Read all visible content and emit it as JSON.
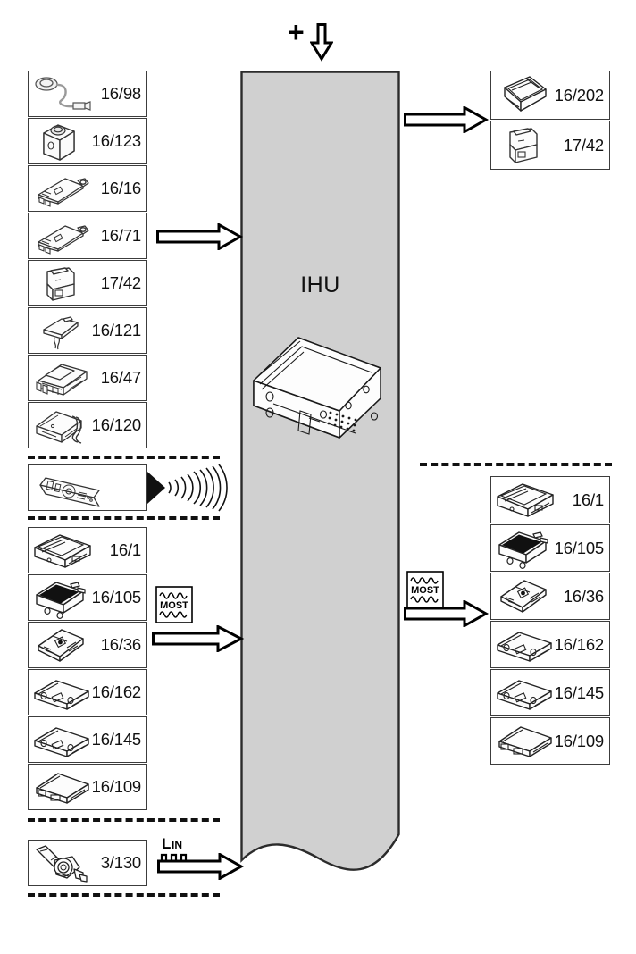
{
  "diagram": {
    "title": "IHU",
    "center_unit_label": "IHU",
    "power_symbol": "+",
    "column_color": "#d0d0d0",
    "line_color": "#3c3c3c"
  },
  "inputs_left": {
    "group_1": [
      {
        "code": "16/98",
        "icon": "microphone-with-cable-icon"
      },
      {
        "code": "16/123",
        "icon": "antenna-module-icon"
      },
      {
        "code": "16/16",
        "icon": "usb-stick-icon"
      },
      {
        "code": "16/71",
        "icon": "usb-stick-icon"
      },
      {
        "code": "17/42",
        "icon": "connector-plug-icon"
      },
      {
        "code": "16/121",
        "icon": "gps-antenna-icon"
      },
      {
        "code": "16/47",
        "icon": "switch-module-icon"
      },
      {
        "code": "16/120",
        "icon": "control-module-cable-icon"
      }
    ],
    "group_ir": [
      {
        "code": "",
        "icon": "remote-control-icon"
      }
    ],
    "group_most": [
      {
        "code": "16/1",
        "icon": "radio-unit-icon"
      },
      {
        "code": "16/105",
        "icon": "amplifier-icon"
      },
      {
        "code": "16/36",
        "icon": "cd-changer-icon"
      },
      {
        "code": "16/162",
        "icon": "media-module-icon"
      },
      {
        "code": "16/145",
        "icon": "media-module-icon"
      },
      {
        "code": "16/109",
        "icon": "control-unit-icon"
      }
    ],
    "group_lin": [
      {
        "code": "3/130",
        "icon": "steering-column-switch-icon"
      }
    ]
  },
  "outputs_right": {
    "group_top": [
      {
        "code": "16/202",
        "icon": "display-screen-icon"
      },
      {
        "code": "17/42",
        "icon": "connector-plug-icon"
      }
    ],
    "group_most": [
      {
        "code": "16/1",
        "icon": "radio-unit-icon"
      },
      {
        "code": "16/105",
        "icon": "amplifier-icon"
      },
      {
        "code": "16/36",
        "icon": "cd-changer-icon"
      },
      {
        "code": "16/162",
        "icon": "media-module-icon"
      },
      {
        "code": "16/145",
        "icon": "media-module-icon"
      },
      {
        "code": "16/109",
        "icon": "control-unit-icon"
      }
    ]
  },
  "bus_badges": {
    "most_left": "MOST",
    "most_right": "MOST",
    "lin": {
      "big": "L",
      "small": "IN"
    }
  }
}
